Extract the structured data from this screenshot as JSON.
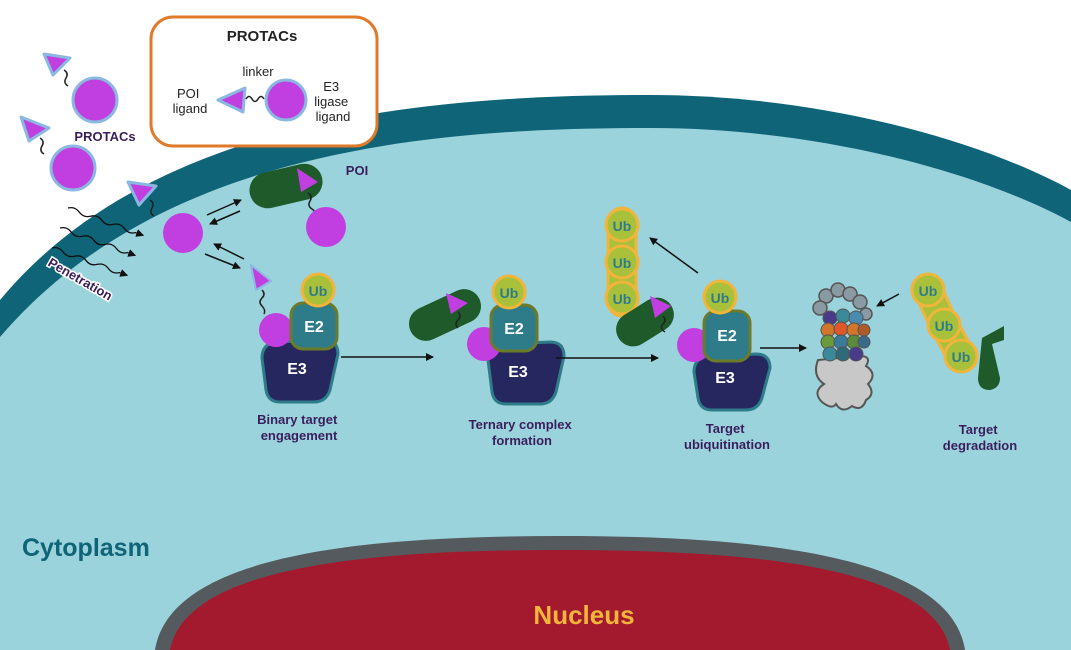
{
  "legend": {
    "title": "PROTACs",
    "linker": "linker",
    "poi_ligand": [
      "POI",
      "ligand"
    ],
    "e3_ligand": [
      "E3",
      "ligase",
      "ligand"
    ]
  },
  "labels": {
    "protacs_outside": "PROTACs",
    "penetration": "Penetration",
    "poi": "POI",
    "cytoplasm": "Cytoplasm",
    "nucleus": "Nucleus"
  },
  "steps": [
    {
      "line1": "Binary target",
      "line2": "engagement"
    },
    {
      "line1": "Ternary complex",
      "line2": "formation"
    },
    {
      "line1": "Target",
      "line2": "ubiquitination"
    },
    {
      "line1": "Target",
      "line2": "degradation"
    }
  ],
  "molecule_labels": {
    "ub": "Ub",
    "e2": "E2",
    "e3": "E3"
  },
  "colors": {
    "cytoplasm": "#9bd3dd",
    "membrane": "#0f6478",
    "nucleus": "#a31a2e",
    "nucleus_rim": "#555a5e",
    "protac": "#c13ee0",
    "protac_rim": "#8ab8e0",
    "poi": "#1f5a2a",
    "e2": "#2e7c8a",
    "e2_rim": "#6b7b2a",
    "e3": "#272760",
    "ub": "#a8c03a",
    "ub_rim": "#f0b53a",
    "legend_border": "#e07a2a",
    "text_dark": "#232323",
    "text_purple": "#3a1e5c",
    "text_teal": "#0f6478",
    "text_orange": "#f0b53a"
  }
}
